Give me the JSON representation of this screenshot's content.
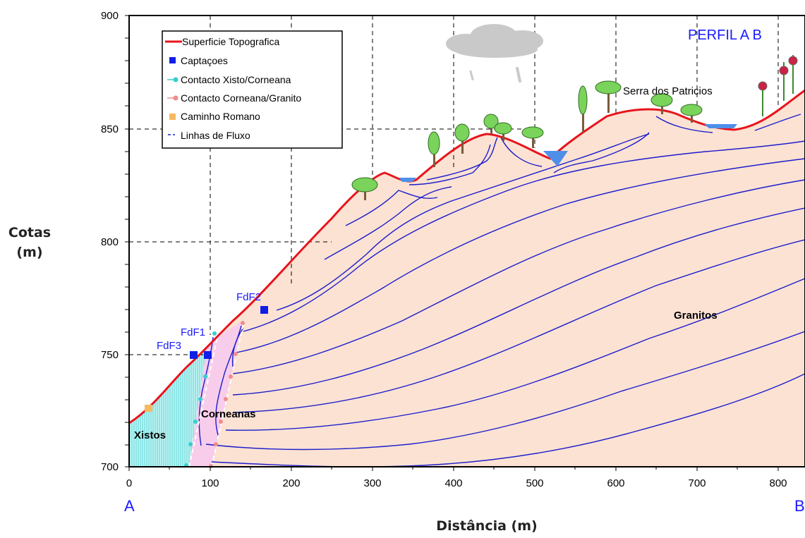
{
  "figure": {
    "profile_title": "PERFIL  A  B",
    "end_label_a": "A",
    "end_label_b": "B",
    "y_axis_title_line1": "Cotas",
    "y_axis_title_line2": "(m)",
    "x_axis_title": "Distância (m)",
    "y_ticks": [
      "900",
      "850",
      "800",
      "750",
      "700"
    ],
    "x_ticks": [
      "0",
      "100",
      "200",
      "300",
      "400",
      "500",
      "600",
      "700",
      "800"
    ]
  },
  "legend": [
    {
      "label": "Superficie Topografica",
      "symbol": "line",
      "color": "#e8141c"
    },
    {
      "label": "Captaçoes",
      "symbol": "square",
      "color": "#0f1fe6"
    },
    {
      "label": "Contacto Xisto/Corneana",
      "symbol": "dot-line",
      "color": "#35cfd0"
    },
    {
      "label": "Contacto  Corneana/Granito",
      "symbol": "dot-line",
      "color": "#f08b8b"
    },
    {
      "label": "Caminho Romano",
      "symbol": "square",
      "color": "#f7b860"
    },
    {
      "label": "Linhas de  Fluxo",
      "symbol": "dash-line",
      "color": "#1c1ccc"
    }
  ],
  "labels": {
    "serra": "Serra dos  Patricios",
    "granitos": "Granitos",
    "corneanas": "Corneanas",
    "xistos": "Xistos",
    "fdf1": "FdF1",
    "fdf2": "FdF2",
    "fdf3": "FdF3"
  },
  "colors": {
    "granite": "#fbe2d3",
    "schist": "#aeefef",
    "hornfels": "#f7c9ef",
    "topography": "#e8141c",
    "flow": "#1c1ccc",
    "water": "#4f8fe8"
  }
}
